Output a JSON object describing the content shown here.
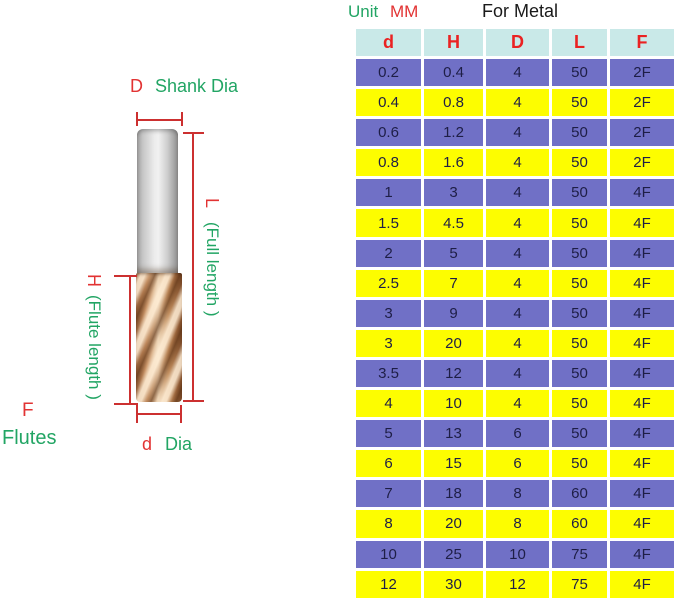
{
  "colors": {
    "green": "#22a564",
    "red": "#e23333",
    "line-red": "#cc3030",
    "header-bg": "#c9e9e8",
    "header-text": "#ea2222",
    "row-purple": "#7070c6",
    "row-yellow": "#fdfd00",
    "cell-text": "#1e1e46"
  },
  "header": {
    "unit_label": "Unit",
    "unit_value": "MM",
    "title": "For Metal"
  },
  "diagram": {
    "shank_dia": {
      "letter": "D",
      "text": "Shank Dia"
    },
    "full_length": {
      "letter": "L",
      "text": "(Full length )"
    },
    "flute_length": {
      "letter": "H",
      "text": "(Flute length )"
    },
    "flutes": {
      "letter": "F",
      "text": "Flutes"
    },
    "dia": {
      "letter": "d",
      "text": "Dia"
    }
  },
  "table": {
    "columns": [
      "d",
      "H",
      "D",
      "L",
      "F"
    ],
    "rows": [
      [
        "0.2",
        "0.4",
        "4",
        "50",
        "2F"
      ],
      [
        "0.4",
        "0.8",
        "4",
        "50",
        "2F"
      ],
      [
        "0.6",
        "1.2",
        "4",
        "50",
        "2F"
      ],
      [
        "0.8",
        "1.6",
        "4",
        "50",
        "2F"
      ],
      [
        "1",
        "3",
        "4",
        "50",
        "4F"
      ],
      [
        "1.5",
        "4.5",
        "4",
        "50",
        "4F"
      ],
      [
        "2",
        "5",
        "4",
        "50",
        "4F"
      ],
      [
        "2.5",
        "7",
        "4",
        "50",
        "4F"
      ],
      [
        "3",
        "9",
        "4",
        "50",
        "4F"
      ],
      [
        "3",
        "20",
        "4",
        "50",
        "4F"
      ],
      [
        "3.5",
        "12",
        "4",
        "50",
        "4F"
      ],
      [
        "4",
        "10",
        "4",
        "50",
        "4F"
      ],
      [
        "5",
        "13",
        "6",
        "50",
        "4F"
      ],
      [
        "6",
        "15",
        "6",
        "50",
        "4F"
      ],
      [
        "7",
        "18",
        "8",
        "60",
        "4F"
      ],
      [
        "8",
        "20",
        "8",
        "60",
        "4F"
      ],
      [
        "10",
        "25",
        "10",
        "75",
        "4F"
      ],
      [
        "12",
        "30",
        "12",
        "75",
        "4F"
      ]
    ]
  }
}
